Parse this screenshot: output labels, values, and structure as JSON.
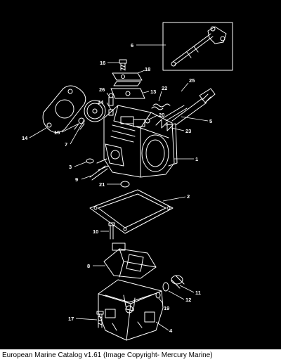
{
  "figure": {
    "callouts": [
      "1",
      "2",
      "3",
      "4",
      "5",
      "6",
      "7",
      "8",
      "9",
      "10",
      "11",
      "12",
      "13",
      "14",
      "15",
      "16",
      "17",
      "18",
      "19",
      "20",
      "21",
      "22",
      "23",
      "24",
      "25",
      "26"
    ]
  },
  "caption": "European Marine Catalog v1.61 (Image Copyright- Mercury Marine)"
}
